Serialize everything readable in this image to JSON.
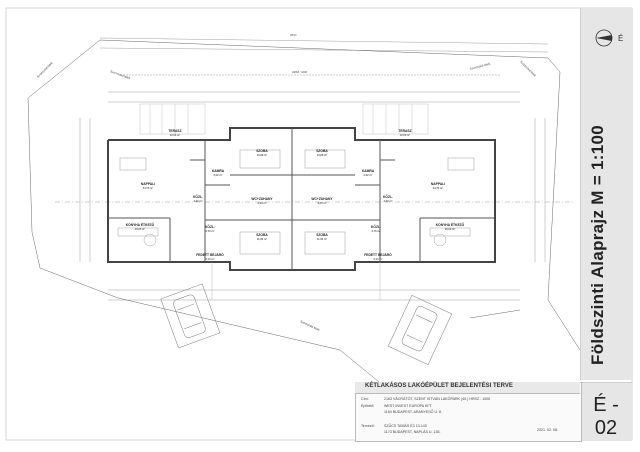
{
  "drawing": {
    "sheet_title": "Földszinti Alaprajz  M = 1:100",
    "sheet_number": "É - 02",
    "north_label": "É"
  },
  "site": {
    "boundary_labels": [
      "Szomszéd telek",
      "Szomszéd telek",
      "Szomszéd telek",
      "Szomszéd telek",
      "Szomszéd telek"
    ],
    "top_total_dim": "28,03",
    "axis_label": "HRSZ.: 1006"
  },
  "rooms": [
    {
      "name": "TERASZ",
      "area": "12,00 m²"
    },
    {
      "name": "SZOBA",
      "area": "10,88 m²"
    },
    {
      "name": "SZOBA",
      "area": "10,88 m²"
    },
    {
      "name": "TERASZ",
      "area": "12,00 m²"
    },
    {
      "name": "NAPPALI",
      "area": "34,73 m²"
    },
    {
      "name": "KAMRA",
      "area": "2,02 m²"
    },
    {
      "name": "KAMRA",
      "area": "2,02 m²"
    },
    {
      "name": "NAPPALI",
      "area": "34,73 m²"
    },
    {
      "name": "KÖZL.",
      "area": "4,92 m²"
    },
    {
      "name": "KÖZL.",
      "area": "4,92 m²"
    },
    {
      "name": "WC+ZUHANY",
      "area": "3,26 m²"
    },
    {
      "name": "WC+ZUHANY",
      "area": "3,26 m²"
    },
    {
      "name": "SZOBA",
      "area": "11,60 m²"
    },
    {
      "name": "SZOBA",
      "area": "11,60 m²"
    },
    {
      "name": "KONYHA ÉTKEZŐ",
      "area": "16,03 m²"
    },
    {
      "name": "KONYHA ÉTKEZŐ",
      "area": "16,03 m²"
    },
    {
      "name": "FEDETT BEJÁRÓ",
      "area": "2,13 m²"
    },
    {
      "name": "FEDETT BEJÁRÓ",
      "area": "2,13 m²"
    },
    {
      "name": "KÖZL.",
      "area": "3,76 m²"
    },
    {
      "name": "KÖZL.",
      "area": "3,76 m²"
    }
  ],
  "title_block": {
    "project_title": "KÉTLAKÁSOS LAKÓÉPÜLET BEJELENTÉSI TERVE",
    "rows": [
      {
        "label": "Cím:",
        "value": "2163 VÁCRÁTÓT, SZENT ISTVÁN LAKÓPARK (40.) HRSZ.: 1006"
      },
      {
        "label": "Építtető:",
        "value": "WEST INVEST EUROPA KFT."
      },
      {
        "label": "",
        "value": "1184 BUDAPEST, ARANYESŐ U. 8."
      },
      {
        "label": "Tervező:",
        "value": "SZŰCS TAMÁS   É3 13-143"
      },
      {
        "label": "",
        "value": "1173 BUDAPEST, NAPLÁS U. 136."
      }
    ],
    "date": "2021. 02. 08."
  },
  "colors": {
    "panel": "#e6e6e6",
    "wall": "#444444",
    "line": "#777777",
    "text": "#222222"
  }
}
